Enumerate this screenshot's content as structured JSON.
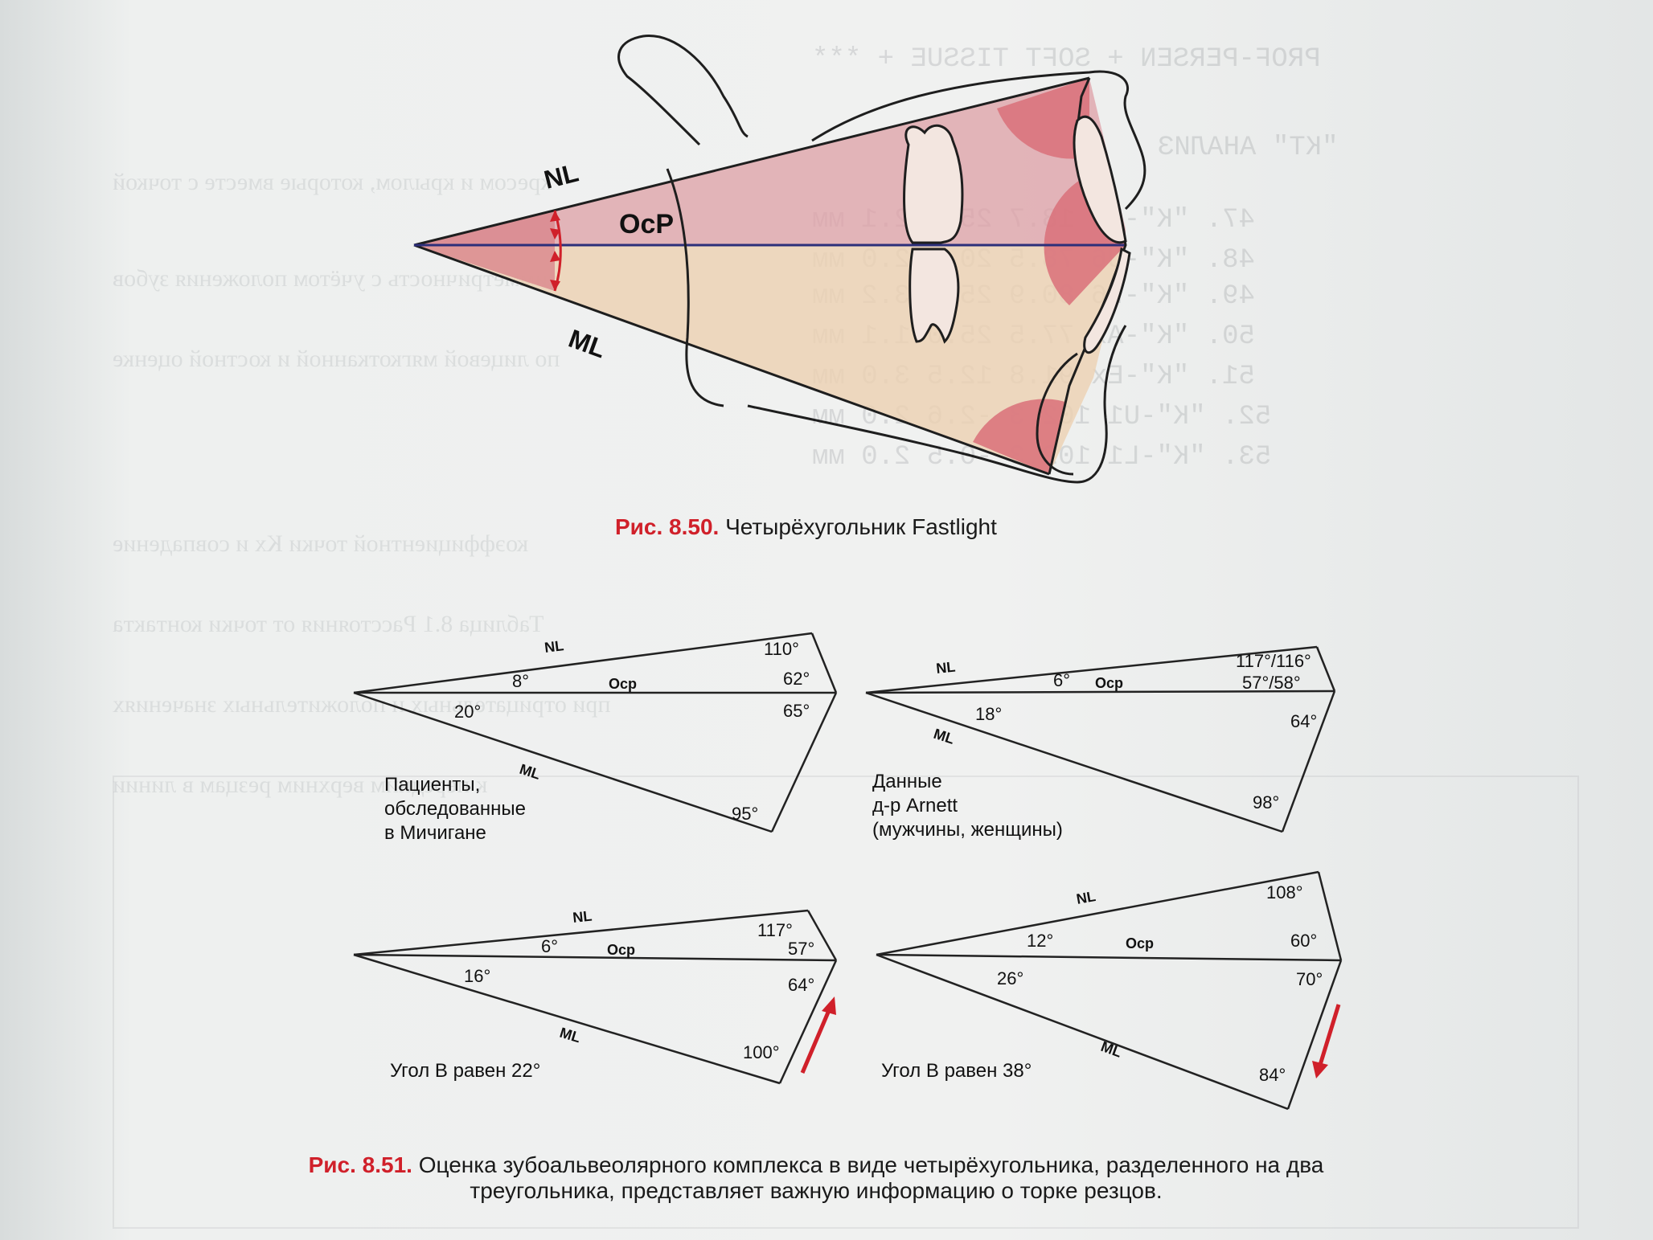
{
  "fig850": {
    "number": "Рис. 8.50.",
    "title": "Четырёхугольник Fastlight",
    "nl": "NL",
    "ocp": "OcP",
    "ml": "ML"
  },
  "diagrams": [
    {
      "nl": "NL",
      "ocp": "Ocp",
      "ml": "ML",
      "angles": [
        "8°",
        "20°",
        "110°",
        "62°",
        "65°",
        "95°"
      ],
      "caption_lines": [
        "Пациенты,",
        "обследованные",
        "в Мичигане"
      ]
    },
    {
      "nl": "NL",
      "ocp": "Ocp",
      "ml": "ML",
      "angles": [
        "6°",
        "18°",
        "117°/116°",
        "57°/58°",
        "64°",
        "98°"
      ],
      "caption_lines": [
        "Данные",
        "д-р Arnett",
        "(мужчины, женщины)"
      ]
    },
    {
      "nl": "NL",
      "ocp": "Ocp",
      "ml": "ML",
      "angles": [
        "6°",
        "16°",
        "117°",
        "57°",
        "64°",
        "100°"
      ],
      "caption_lines": [
        "Угол B равен 22°"
      ]
    },
    {
      "nl": "NL",
      "ocp": "Ocp",
      "ml": "ML",
      "angles": [
        "12°",
        "26°",
        "108°",
        "60°",
        "70°",
        "84°"
      ],
      "caption_lines": [
        "Угол B равен 38°"
      ]
    }
  ],
  "fig851": {
    "number": "Рис. 8.51.",
    "line1": "Оценка зубоальвеолярного комплекса в виде четырёхугольника, разделенного на два",
    "line2": "треугольника, представляет важную информацию о торке резцов."
  },
  "colors": {
    "accent_red": "#d0202a",
    "nl_fill": "#d98a8c",
    "ml_fill": "#e8c6a2",
    "line_blue": "#2c2f7a"
  }
}
